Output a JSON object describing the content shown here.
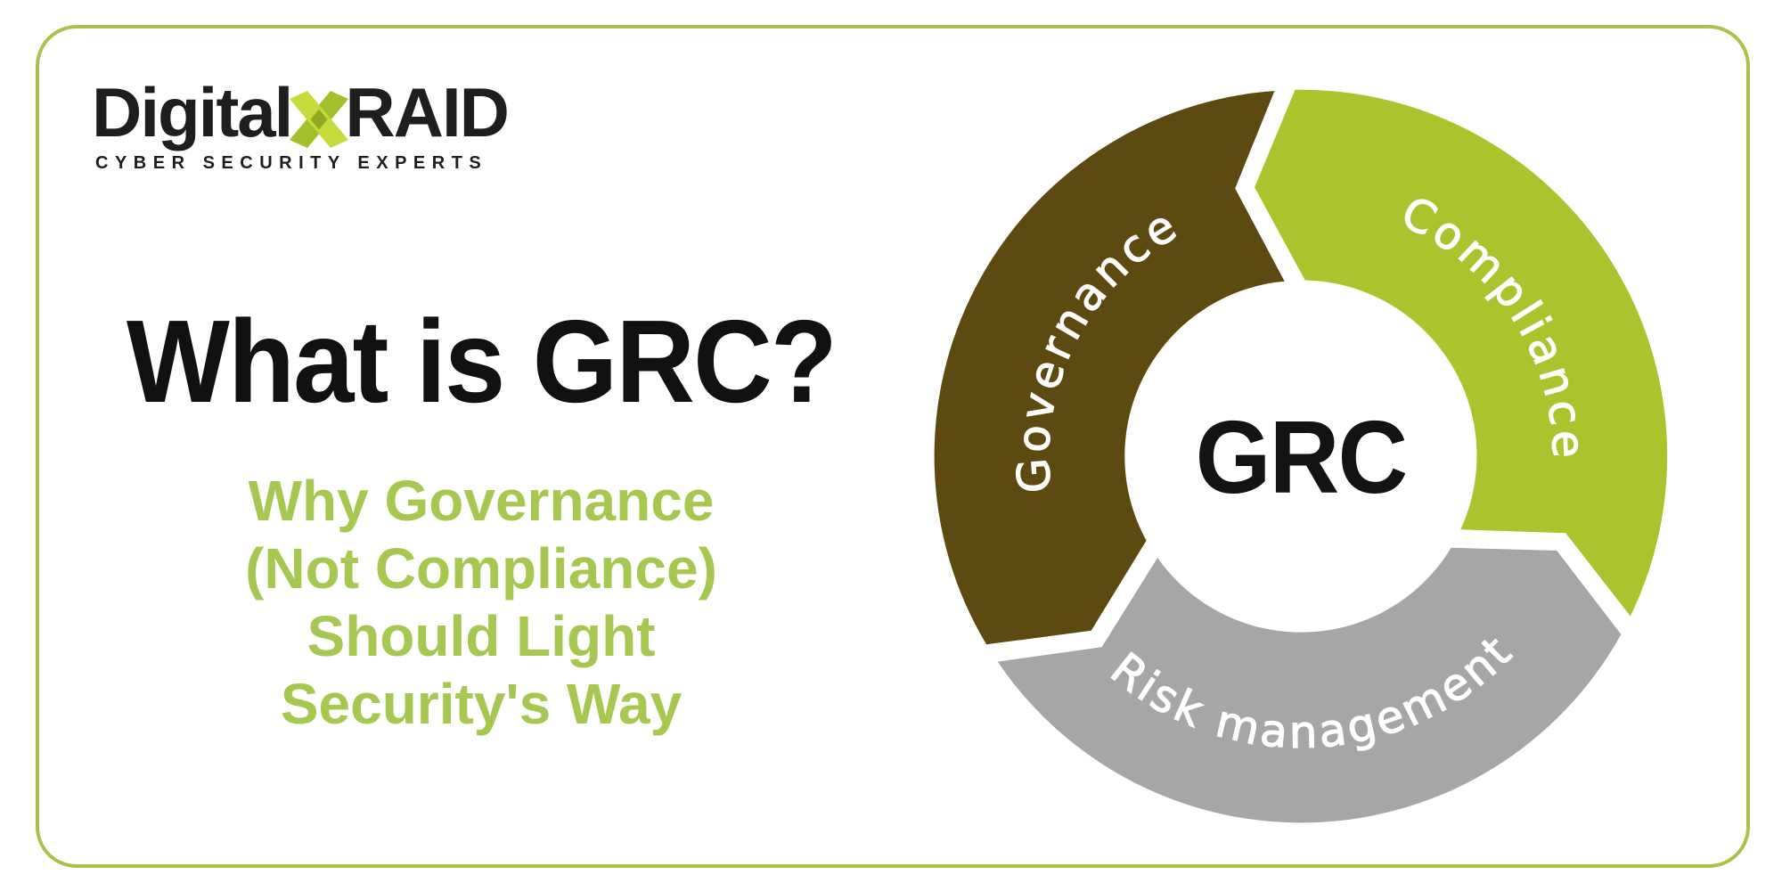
{
  "page": {
    "background": "#ffffff",
    "card_border_color": "#a9c24d"
  },
  "logo": {
    "brand_prefix": "Digital",
    "brand_suffix": "RAID",
    "tagline": "CYBER SECURITY EXPERTS",
    "text_color": "#1e1e1c",
    "x_light_color": "#c7da3c",
    "x_dark_color": "#a3bf29",
    "x_overlap_color": "#90aa20"
  },
  "headline": {
    "title": "What is GRC?",
    "color": "#111111"
  },
  "subtitle": {
    "color": "#a6c750",
    "lines": [
      "Why Governance",
      "(Not Compliance)",
      "Should Light",
      "Security's Way"
    ]
  },
  "diagram": {
    "center_label": "GRC",
    "label_color": "#ffffff",
    "segments": [
      {
        "label": "Governance",
        "color": "#5d4a10"
      },
      {
        "label": "Compliance",
        "color": "#abc32c"
      },
      {
        "label": "Risk management",
        "color": "#a6a6a6"
      }
    ]
  }
}
